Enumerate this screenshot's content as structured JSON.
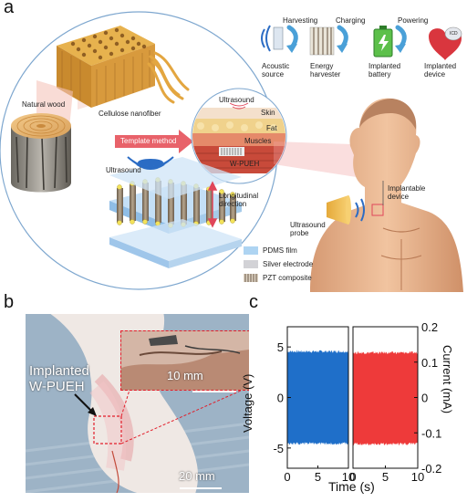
{
  "panel_a": {
    "letter": "a",
    "wood_labels": {
      "natural_wood": "Natural wood",
      "cellulose": "Cellulose nanofiber",
      "template": "Template method",
      "ultrasound_top": "Ultrasound",
      "skin": "Skin",
      "fat": "Fat",
      "muscles": "Muscles",
      "device_name": "W-PUEH",
      "ultrasound_bottom": "Ultrasound",
      "longitudinal": "Longitudinal\ndirection"
    },
    "legend": [
      {
        "label": "PDMS film",
        "color": "#aed4f2"
      },
      {
        "label": "Silver electrode",
        "color": "#d2d2d6"
      },
      {
        "label": "PZT composite",
        "color": "#8a7c6c"
      }
    ],
    "flow": {
      "harvesting": "Harvesting",
      "charging": "Charging",
      "powering": "Powering",
      "acoustic_source": "Acoustic\nsource",
      "energy_harvester": "Energy\nharvester",
      "implanted_battery": "Implanted\nbattery",
      "implanted_device": "Implanted\ndevice",
      "icd": "ICD"
    },
    "body_labels": {
      "implantable": "Implantable\ndevice",
      "probe": "Ultrasound\nprobe"
    }
  },
  "panel_b": {
    "letter": "b",
    "implant_label": "Implanted\nW-PUEH",
    "scale_inset": "10 mm",
    "scale_main": "20 mm"
  },
  "panel_c": {
    "letter": "c",
    "ylabel_left": "Voltage (V)",
    "ylabel_right": "Current (mA)",
    "xlabel": "Time (s)",
    "left_ticks_y": [
      "5",
      "0",
      "-5"
    ],
    "right_ticks_y": [
      "0.2",
      "0.1",
      "0",
      "-0.1",
      "-0.2"
    ],
    "x_ticks": [
      "0",
      "5",
      "10"
    ]
  },
  "chart_data": [
    {
      "type": "area",
      "title": "",
      "xlabel": "Time (s)",
      "ylabel": "Voltage (V)",
      "xlim": [
        0,
        10
      ],
      "ylim": [
        -7,
        7
      ],
      "series": [
        {
          "color": "#1f6fc9",
          "x": [
            0,
            10
          ],
          "upper": [
            4.5,
            4.5
          ],
          "lower": [
            -4.5,
            -4.5
          ]
        }
      ]
    },
    {
      "type": "area",
      "title": "",
      "xlabel": "Time (s)",
      "ylabel": "Current (mA)",
      "xlim": [
        0,
        10
      ],
      "ylim": [
        -0.2,
        0.2
      ],
      "series": [
        {
          "color": "#ee3a3a",
          "x": [
            0,
            10
          ],
          "upper": [
            0.125,
            0.125
          ],
          "lower": [
            -0.13,
            -0.13
          ]
        }
      ]
    }
  ]
}
